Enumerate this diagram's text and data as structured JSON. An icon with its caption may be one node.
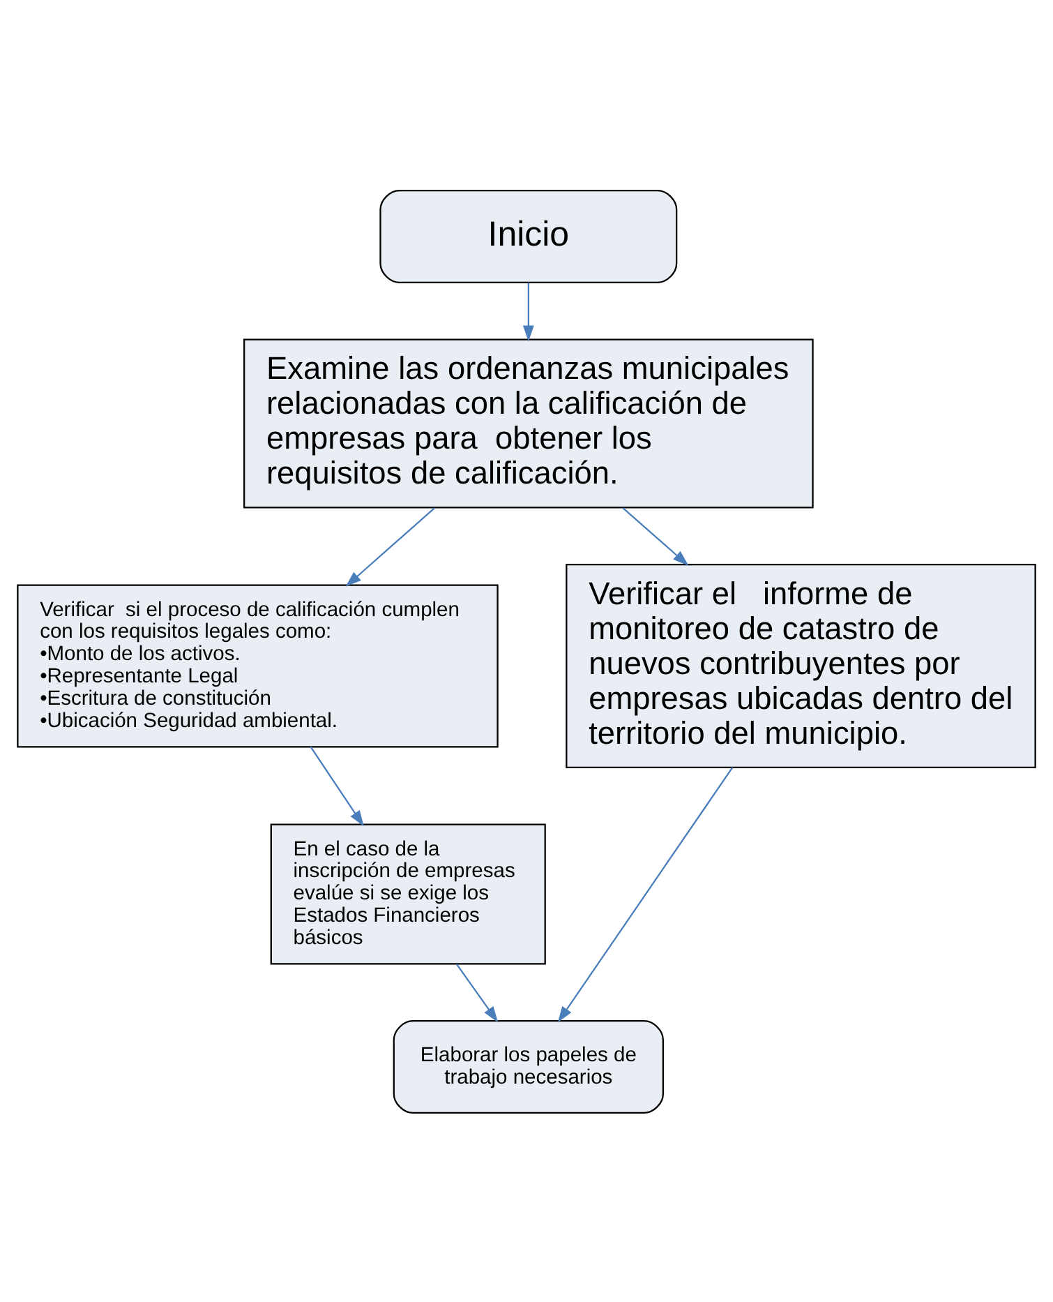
{
  "diagram": {
    "nodes": [
      {
        "text": [
          "Inicio"
        ]
      },
      {
        "text": [
          "Examine las ordenanzas municipales relacionadas con la calificación de empresas para  obtener los requisitos de calificación."
        ]
      },
      {
        "text": [
          "Verificar  si el proceso de calificación cumplen con los requisitos legales como:",
          "•Monto de los activos.",
          "•Representante Legal",
          "•Escritura de constitución",
          "•Ubicación Seguridad ambiental."
        ]
      },
      {
        "text": [
          "Verificar el   informe de monitoreo de catastro de nuevos contribuyentes por empresas ubicadas dentro del territorio del municipio."
        ]
      },
      {
        "text": [
          "En el caso de la inscripción de empresas evalúe si se exige los Estados Financieros básicos"
        ]
      },
      {
        "text": [
          "Elaborar los papeles de trabajo necesarios"
        ]
      }
    ],
    "edges": [
      {
        "from": 0,
        "to": 1,
        "arrow": "to"
      },
      {
        "from": 1,
        "to": 2,
        "arrow": "to"
      },
      {
        "from": 1,
        "to": 3,
        "arrow": "to"
      },
      {
        "from": 2,
        "to": 4,
        "arrow": "to"
      },
      {
        "from": 4,
        "to": 5,
        "arrow": "to"
      },
      {
        "from": 3,
        "to": 5,
        "arrow": "to"
      }
    ]
  }
}
